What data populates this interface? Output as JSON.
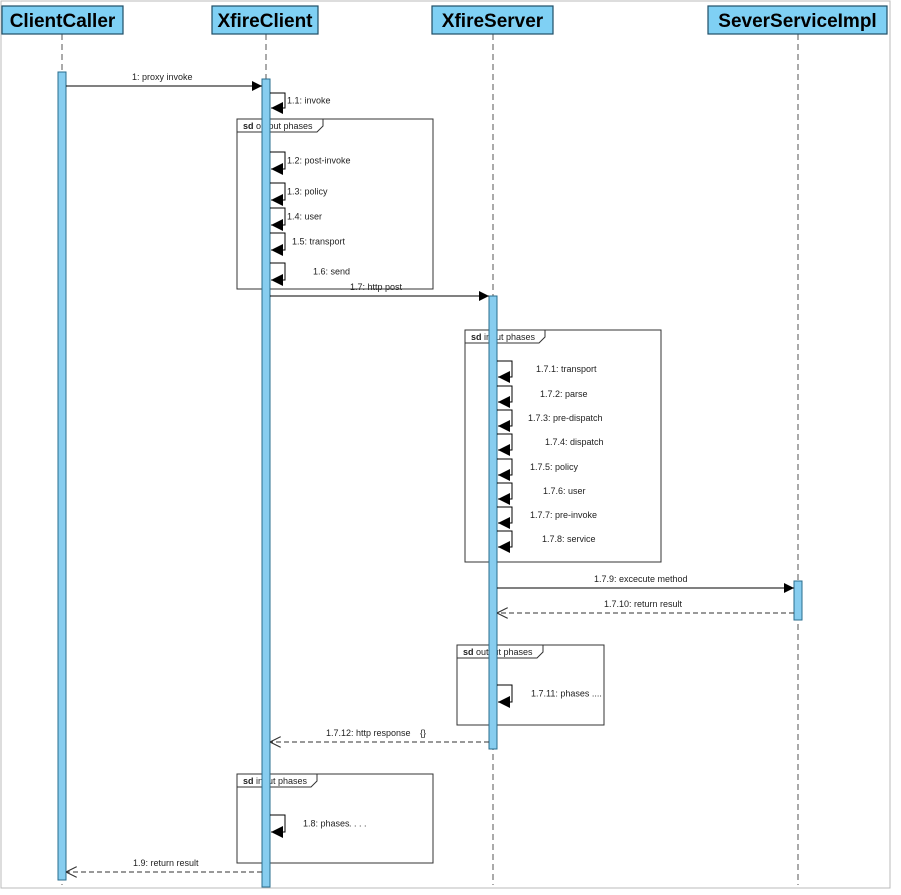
{
  "colors": {
    "head_fill": "#7fd0f4",
    "activation_fill": "#87cdef",
    "line": "#000000",
    "frame_line": "#333333",
    "lifeline": "#555555"
  },
  "lifelines": [
    {
      "id": "clientcaller",
      "name": "ClientCaller"
    },
    {
      "id": "xfireclient",
      "name": "XfireClient"
    },
    {
      "id": "xfireserver",
      "name": "XfireServer"
    },
    {
      "id": "severserviceimpl",
      "name": "SeverServiceImpl"
    }
  ],
  "frames": [
    {
      "id": "client-output",
      "keyword": "sd",
      "title": "output phases"
    },
    {
      "id": "server-input",
      "keyword": "sd",
      "title": "input phases"
    },
    {
      "id": "server-output",
      "keyword": "sd",
      "title": "output phases"
    },
    {
      "id": "client-input",
      "keyword": "sd",
      "title": "input phases"
    }
  ],
  "messages": [
    {
      "id": "m1",
      "label": "1: proxy invoke",
      "from": "clientcaller",
      "to": "xfireclient",
      "kind": "call"
    },
    {
      "id": "m1_1",
      "label": "1.1: invoke",
      "from": "xfireclient",
      "to": "xfireclient",
      "kind": "self"
    },
    {
      "id": "m1_2",
      "label": "1.2: post-invoke",
      "from": "xfireclient",
      "to": "xfireclient",
      "kind": "self"
    },
    {
      "id": "m1_3",
      "label": "1.3: policy",
      "from": "xfireclient",
      "to": "xfireclient",
      "kind": "self"
    },
    {
      "id": "m1_4",
      "label": "1.4: user",
      "from": "xfireclient",
      "to": "xfireclient",
      "kind": "self"
    },
    {
      "id": "m1_5",
      "label": "1.5: transport",
      "from": "xfireclient",
      "to": "xfireclient",
      "kind": "self"
    },
    {
      "id": "m1_6",
      "label": "1.6: send",
      "from": "xfireclient",
      "to": "xfireclient",
      "kind": "self"
    },
    {
      "id": "m1_7",
      "label": "1.7: http post",
      "from": "xfireclient",
      "to": "xfireserver",
      "kind": "call"
    },
    {
      "id": "m1_7_1",
      "label": "1.7.1: transport",
      "from": "xfireserver",
      "to": "xfireserver",
      "kind": "self"
    },
    {
      "id": "m1_7_2",
      "label": "1.7.2: parse",
      "from": "xfireserver",
      "to": "xfireserver",
      "kind": "self"
    },
    {
      "id": "m1_7_3",
      "label": "1.7.3: pre-dispatch",
      "from": "xfireserver",
      "to": "xfireserver",
      "kind": "self"
    },
    {
      "id": "m1_7_4",
      "label": "1.7.4: dispatch",
      "from": "xfireserver",
      "to": "xfireserver",
      "kind": "self"
    },
    {
      "id": "m1_7_5",
      "label": "1.7.5: policy",
      "from": "xfireserver",
      "to": "xfireserver",
      "kind": "self"
    },
    {
      "id": "m1_7_6",
      "label": "1.7.6: user",
      "from": "xfireserver",
      "to": "xfireserver",
      "kind": "self"
    },
    {
      "id": "m1_7_7",
      "label": "1.7.7: pre-invoke",
      "from": "xfireserver",
      "to": "xfireserver",
      "kind": "self"
    },
    {
      "id": "m1_7_8",
      "label": "1.7.8: service",
      "from": "xfireserver",
      "to": "xfireserver",
      "kind": "self"
    },
    {
      "id": "m1_7_9",
      "label": "1.7.9: excecute method",
      "from": "xfireserver",
      "to": "severserviceimpl",
      "kind": "call"
    },
    {
      "id": "m1_7_10",
      "label": "1.7.10: return result",
      "from": "severserviceimpl",
      "to": "xfireserver",
      "kind": "return"
    },
    {
      "id": "m1_7_11",
      "label": "1.7.11: phases ....",
      "from": "xfireserver",
      "to": "xfireserver",
      "kind": "self"
    },
    {
      "id": "m1_7_12",
      "label": "1.7.12: http response",
      "extra": "{}",
      "from": "xfireserver",
      "to": "xfireclient",
      "kind": "return"
    },
    {
      "id": "m1_8",
      "label": "1.8: phases",
      "extra": ". . . .",
      "from": "xfireclient",
      "to": "xfireclient",
      "kind": "self"
    },
    {
      "id": "m1_9",
      "label": "1.9: return result",
      "from": "xfireclient",
      "to": "clientcaller",
      "kind": "return"
    }
  ]
}
